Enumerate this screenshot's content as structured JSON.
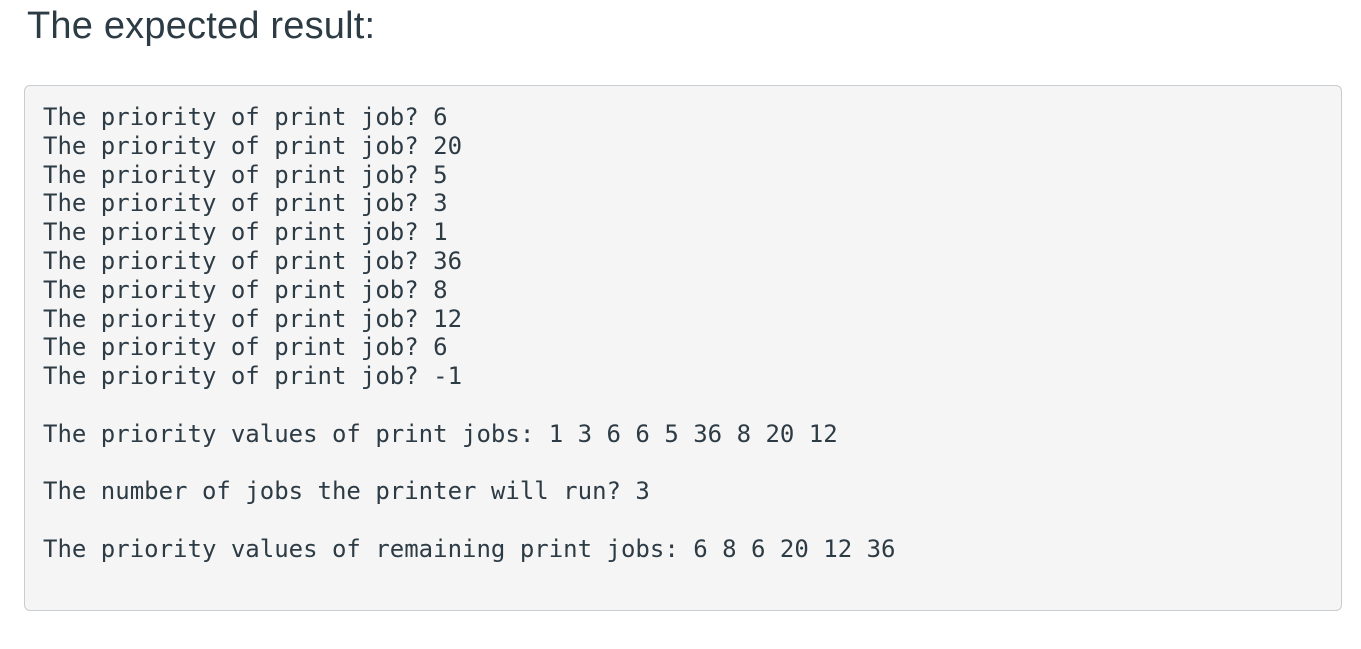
{
  "page": {
    "heading": "The expected result:"
  },
  "console_output": {
    "lines": [
      "The priority of print job? 6",
      "The priority of print job? 20",
      "The priority of print job? 5",
      "The priority of print job? 3",
      "The priority of print job? 1",
      "The priority of print job? 36",
      "The priority of print job? 8",
      "The priority of print job? 12",
      "The priority of print job? 6",
      "The priority of print job? -1",
      "",
      "The priority values of print jobs: 1 3 6 6 5 36 8 20 12",
      "",
      "The number of jobs the printer will run? 3",
      "",
      "The priority values of remaining print jobs: 6 8 6 20 12 36"
    ]
  },
  "colors": {
    "heading_text": "#2d3b45",
    "console_text": "#2d3b45",
    "box_background": "#f5f5f5",
    "box_border": "#c7cdd1"
  }
}
